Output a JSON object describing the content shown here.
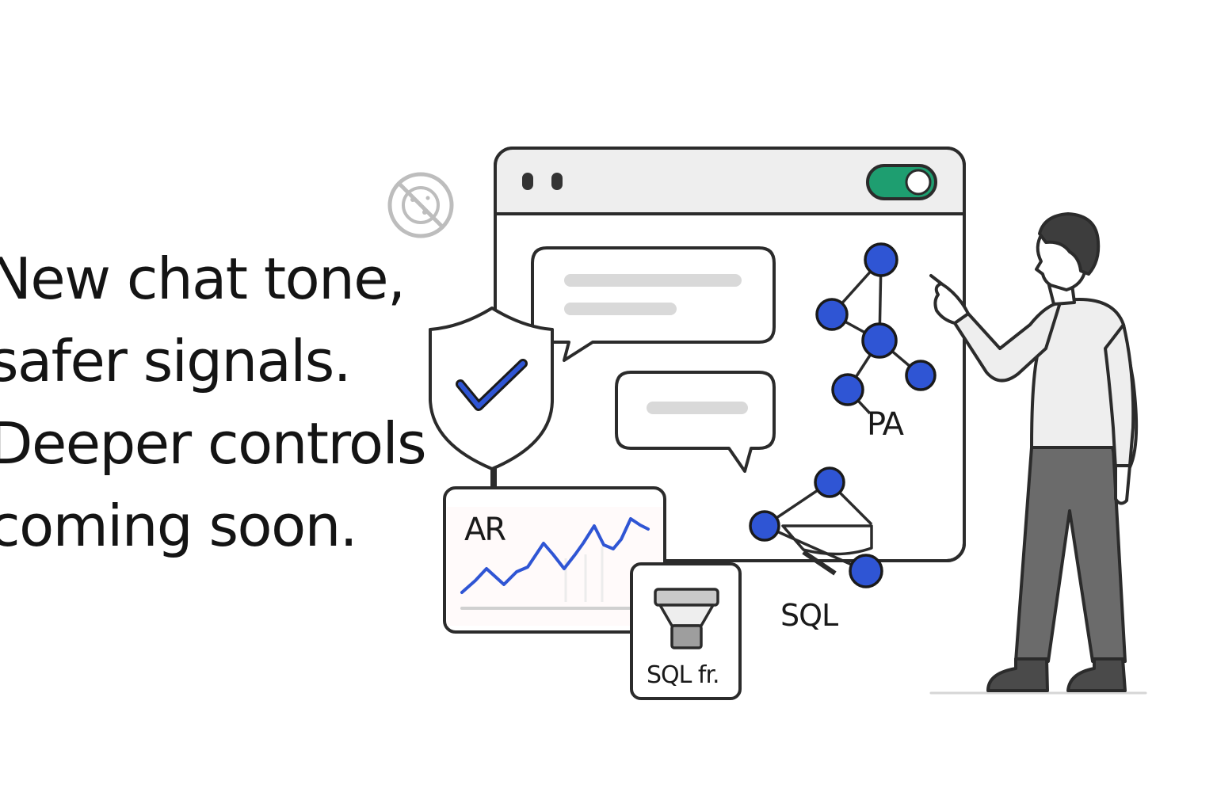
{
  "headline": {
    "lines": [
      "New chat tone,",
      "safer signals.",
      "Deeper controls",
      "coming soon."
    ]
  },
  "labels": {
    "graph_top": "PA",
    "graph_bottom": "SQL",
    "chart_card": "AR",
    "filter_card": "SQL fr."
  },
  "toggle": {
    "state": "on"
  },
  "icons": {
    "no_cookies": "no-cookies-icon",
    "shield": "shield-check-icon",
    "filter": "filter-funnel-icon"
  },
  "colors": {
    "text": "#141414",
    "outline": "#2b2b2b",
    "accent_blue": "#2f55d4",
    "toggle_green": "#1e9e70",
    "placeholder_gray": "#d9d9d9",
    "chrome_gray": "#eeeeee"
  }
}
